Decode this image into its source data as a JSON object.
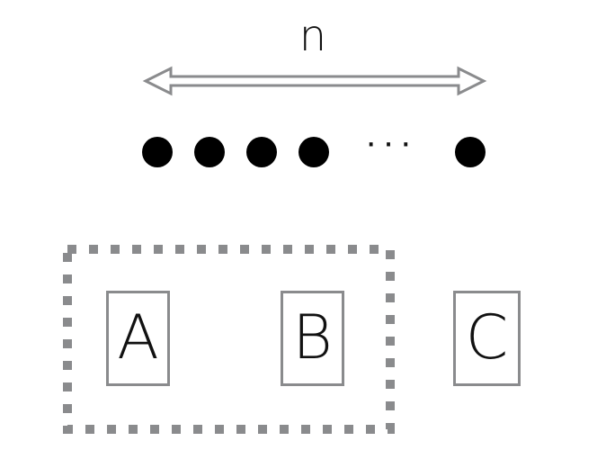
{
  "labels": {
    "n": "n",
    "ellipsis": "···"
  },
  "items": [
    {
      "letter": "A"
    },
    {
      "letter": "B"
    },
    {
      "letter": "C"
    }
  ],
  "colors": {
    "stroke_gray": "#8a8b8d",
    "dot_black": "#000000",
    "text_black": "#111111"
  },
  "dots_before_ellipsis": 4,
  "dots_after_ellipsis": 1
}
